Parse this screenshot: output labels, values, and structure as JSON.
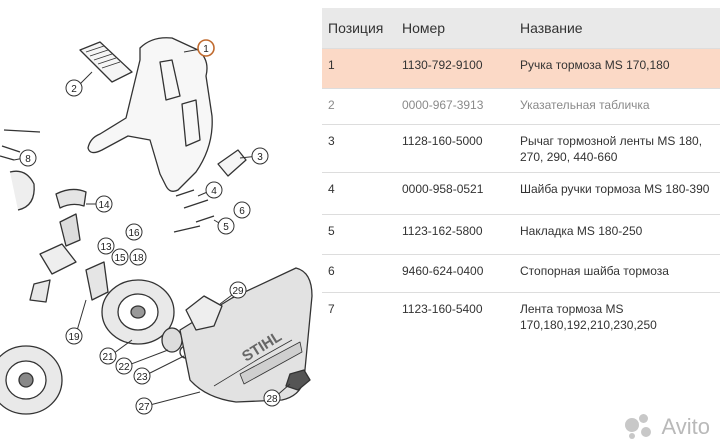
{
  "table": {
    "headers": [
      "Позиция",
      "Номер",
      "Название"
    ],
    "rows": [
      {
        "pos": "1",
        "num": "1130-792-9100",
        "name": "Ручка тормоза MS 170,180"
      },
      {
        "pos": "2",
        "num": "0000-967-3913",
        "name": "Указательная табличка"
      },
      {
        "pos": "3",
        "num": "1128-160-5000",
        "name": "Рычаг тормозной ленты MS 180, 270, 290, 440-660"
      },
      {
        "pos": "4",
        "num": "0000-958-0521",
        "name": "Шайба ручки тормоза MS 180-390"
      },
      {
        "pos": "5",
        "num": "1123-162-5800",
        "name": "Накладка MS 180-250"
      },
      {
        "pos": "6",
        "num": "9460-624-0400",
        "name": "Стопорная шайба тормоза"
      },
      {
        "pos": "7",
        "num": "1123-160-5400",
        "name": "Лента тормоза MS 170,180,192,210,230,250"
      }
    ]
  },
  "diagram": {
    "callouts": [
      "1",
      "2",
      "3",
      "4",
      "5",
      "6",
      "8",
      "13",
      "14",
      "15",
      "16",
      "18",
      "19",
      "21",
      "22",
      "23",
      "27",
      "28",
      "29"
    ],
    "cover_brand": "STIHL"
  },
  "watermark": {
    "text": "Avito"
  },
  "colors": {
    "highlight": "#fbd9c6",
    "header_bg": "#e9e9e9",
    "muted_text": "#8a8a8a"
  }
}
